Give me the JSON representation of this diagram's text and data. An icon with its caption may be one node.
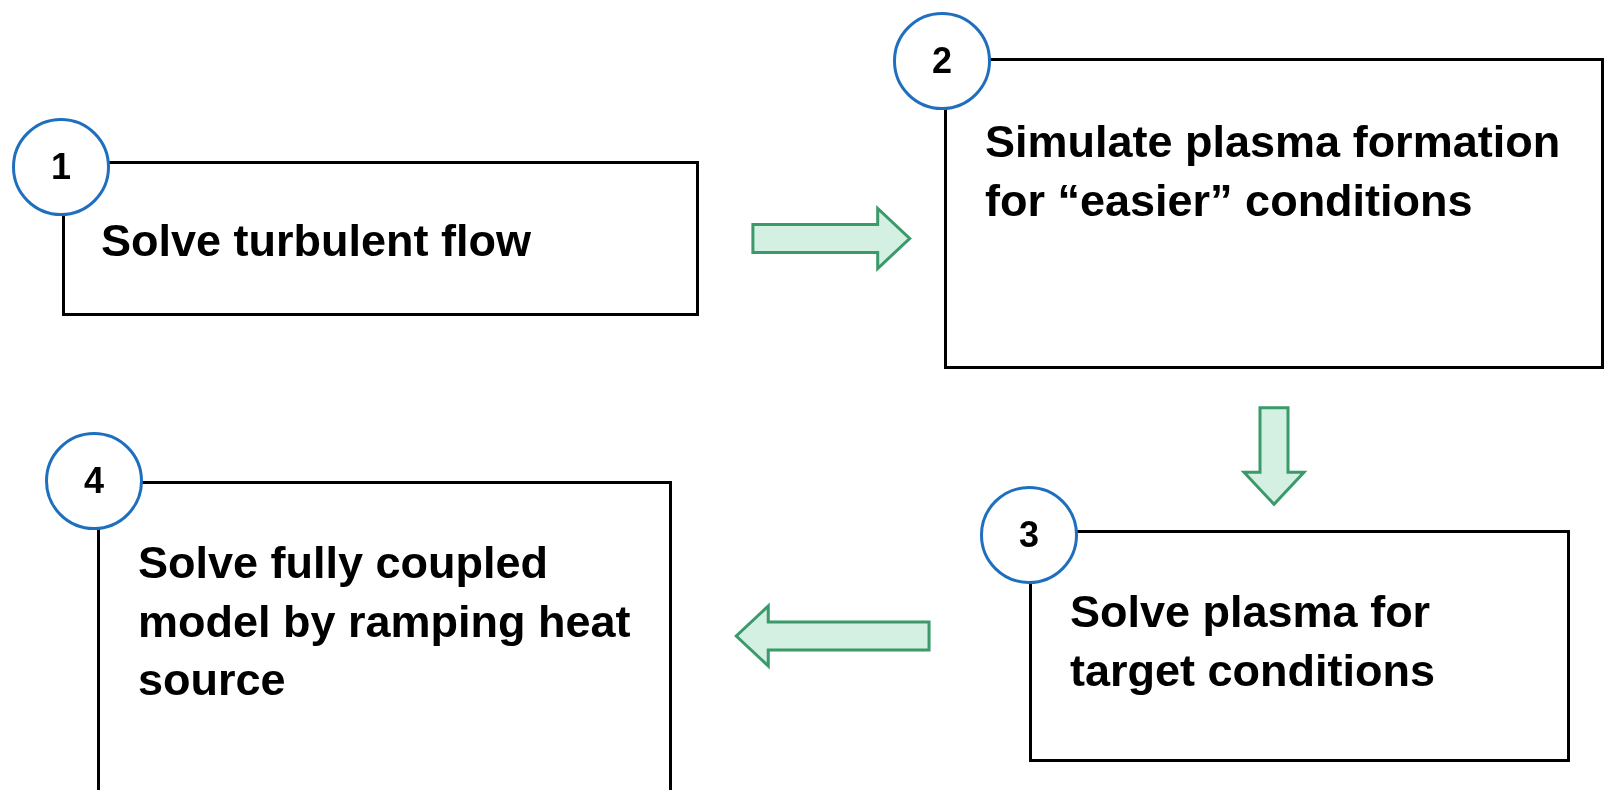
{
  "diagram": {
    "nodes": [
      {
        "text": [
          "1"
        ]
      },
      {
        "text": [
          "Solve turbulent flow"
        ]
      },
      {
        "text": [
          "2"
        ]
      },
      {
        "text": [
          "Simulate plasma formation for “easier” conditions"
        ]
      },
      {
        "text": [
          "3"
        ]
      },
      {
        "text": [
          "Solve plasma for target conditions"
        ]
      },
      {
        "text": [
          "4"
        ]
      },
      {
        "text": [
          "Solve fully coupled model by ramping heat source"
        ]
      }
    ],
    "edges": [
      {
        "from": 1,
        "to": 3,
        "arrow": "to"
      },
      {
        "from": 3,
        "to": 5,
        "arrow": "to"
      },
      {
        "from": 5,
        "to": 7,
        "arrow": "to"
      }
    ]
  }
}
